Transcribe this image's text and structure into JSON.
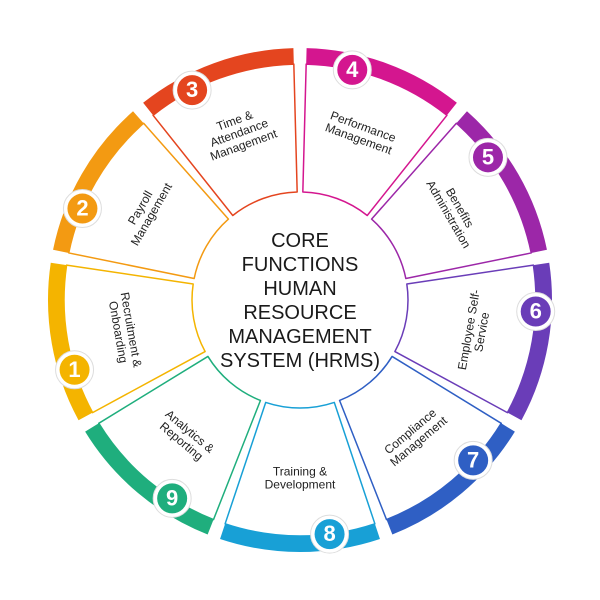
{
  "center": {
    "lines": [
      "CORE",
      "FUNCTIONS",
      "HUMAN",
      "RESOURCE",
      "MANAGEMENT",
      "SYSTEM (HRMS)"
    ]
  },
  "segments": [
    {
      "number": "1",
      "lines": [
        "Recruitment &",
        "Onboarding"
      ],
      "color": "#f4b400"
    },
    {
      "number": "2",
      "lines": [
        "Payroll",
        "Management"
      ],
      "color": "#f39a12"
    },
    {
      "number": "3",
      "lines": [
        "Time &",
        "Attendance",
        "Management"
      ],
      "color": "#e4451f"
    },
    {
      "number": "4",
      "lines": [
        "Performance",
        "Management"
      ],
      "color": "#d4168f"
    },
    {
      "number": "5",
      "lines": [
        "Benefits",
        "Administration"
      ],
      "color": "#9c27a8"
    },
    {
      "number": "6",
      "lines": [
        "Employee Self-",
        "Service"
      ],
      "color": "#6a3db8"
    },
    {
      "number": "7",
      "lines": [
        "Compliance",
        "Management"
      ],
      "color": "#2f5fc4"
    },
    {
      "number": "8",
      "lines": [
        "Training &",
        "Development"
      ],
      "color": "#18a0d6"
    },
    {
      "number": "9",
      "lines": [
        "Analytics &",
        "Reporting"
      ],
      "color": "#1fae7d"
    }
  ]
}
